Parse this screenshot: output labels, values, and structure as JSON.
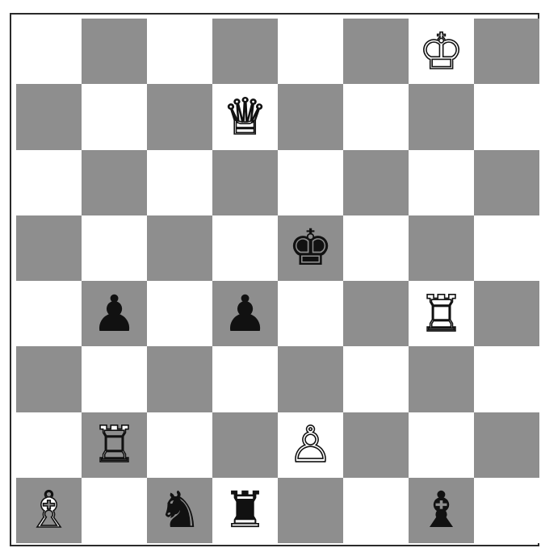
{
  "board": {
    "light_color": "#ffffff",
    "dark_color": "#8e8e8e",
    "ranks": [
      [
        null,
        null,
        null,
        null,
        null,
        null,
        {
          "piece": "king",
          "color": "white"
        },
        null
      ],
      [
        null,
        null,
        null,
        {
          "piece": "queen",
          "color": "white"
        },
        null,
        null,
        null,
        null
      ],
      [
        null,
        null,
        null,
        null,
        null,
        null,
        null,
        null
      ],
      [
        null,
        null,
        null,
        null,
        {
          "piece": "king",
          "color": "black"
        },
        null,
        null,
        null
      ],
      [
        null,
        {
          "piece": "pawn",
          "color": "black"
        },
        null,
        {
          "piece": "pawn",
          "color": "black"
        },
        null,
        null,
        {
          "piece": "rook",
          "color": "white"
        },
        null
      ],
      [
        null,
        null,
        null,
        null,
        null,
        null,
        null,
        null
      ],
      [
        null,
        {
          "piece": "rook",
          "color": "white"
        },
        null,
        null,
        {
          "piece": "pawn",
          "color": "white"
        },
        null,
        null,
        null
      ],
      [
        {
          "piece": "bishop",
          "color": "white"
        },
        null,
        {
          "piece": "knight",
          "color": "black"
        },
        {
          "piece": "rook",
          "color": "black"
        },
        null,
        null,
        {
          "piece": "bishop",
          "color": "black"
        },
        null
      ]
    ]
  }
}
